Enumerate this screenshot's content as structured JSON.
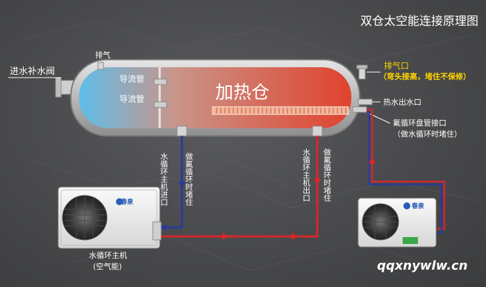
{
  "title": "双仓太空能连接原理图",
  "labels": {
    "vent_top": "排气",
    "inlet_valve": "进水补水阀",
    "guide_pipe_1": "导流管",
    "guide_pipe_2": "导流管",
    "heating_chamber": "加热仓",
    "vent_right": "排气口",
    "vent_note": "（弯头接高，堵住不保修）",
    "hot_outlet": "热水出水口",
    "fluorine_port": "氟循环盘管接口",
    "fluorine_note": "（做水循环时堵住）",
    "water_in": "水循环主机进口",
    "fluorine_block_1": "做氟循环时堵住",
    "water_out": "水循环主机出口",
    "fluorine_block_2": "做氟循环时堵住",
    "unit_name": "水循环主机",
    "unit_type": "(空气能)",
    "brand": "春泉"
  },
  "watermark": "qqxnywlw.cn",
  "colors": {
    "cold": "#56b8e6",
    "hot": "#e2503a",
    "pipe_blue": "#2a3a9a",
    "pipe_red": "#d8262a",
    "accent_yellow": "#ffd400"
  }
}
